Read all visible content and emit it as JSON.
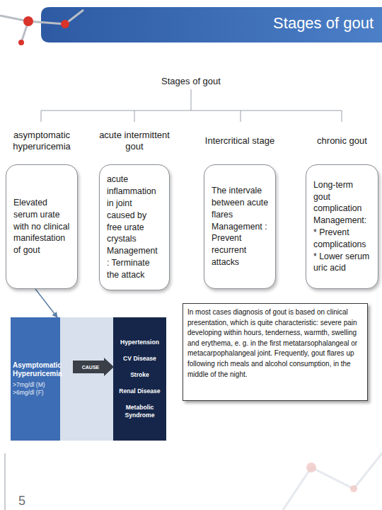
{
  "diagram": {
    "title": "Stages of gout",
    "nodes": [
      {
        "text": [
          "asymptomatic hyperuricemia",
          "Elevated serum urate with no clinical manifestation of gout"
        ]
      },
      {
        "text": [
          "acute intermittent gout",
          "acute inflammation in joint caused by free urate crystals Management : Terminate the attack"
        ]
      },
      {
        "text": [
          "Intercritical stage",
          "The intervale between acute flares Management : Prevent recurrent attacks"
        ]
      },
      {
        "text": [
          "chronic gout",
          "Long-term gout complication Management: * Prevent complications * Lower serum uric acid"
        ]
      },
      {
        "text": [
          "In most cases diagnosis of gout is based on clinical presentation, which is quite characteristic: severe pain developing within hours, tenderness, warmth, swelling and erythema, e. g. in the first metatarsophalangeal or metacarpophalangeal joint. Frequently, gout flares up following rich meals and alcohol consumption, in the middle of the night."
        ]
      },
      {
        "text": [
          "Asymptomatic Hyperuricemia",
          ">7mg/dl (M)",
          ">6mg/dl (F)"
        ]
      },
      {
        "text": [
          "CAUSE"
        ]
      },
      {
        "text": [
          "Hypertension",
          "CV Disease",
          "Stroke",
          "Renal Disease",
          "Metabolic Syndrome"
        ]
      }
    ],
    "edges": [
      {
        "from": 0,
        "to": 5,
        "arrow": "to"
      }
    ],
    "labels": [
      "Stages of gout",
      "5"
    ]
  }
}
